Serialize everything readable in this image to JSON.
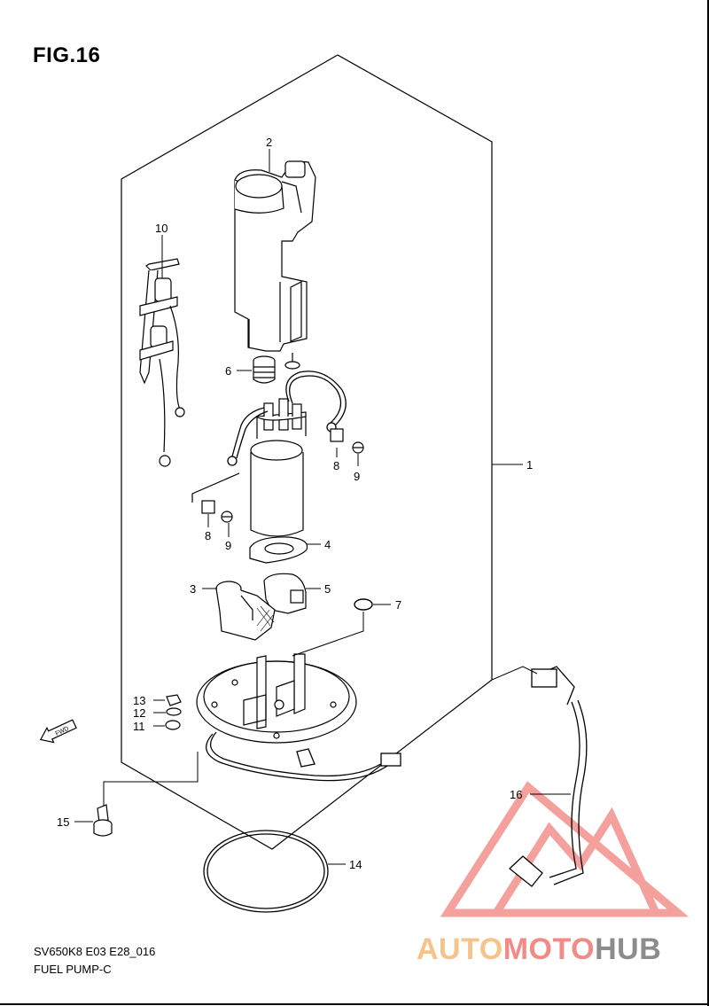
{
  "figure": {
    "title": "FIG.16",
    "code": "SV650K8 E03 E28_016",
    "name": "FUEL PUMP-C"
  },
  "fwd_label": "FWD",
  "watermark": {
    "part1": "AUTO",
    "part2": "MOTO",
    "part3": "HUB"
  },
  "callouts": [
    {
      "id": "1",
      "label": "1"
    },
    {
      "id": "2",
      "label": "2"
    },
    {
      "id": "3",
      "label": "3"
    },
    {
      "id": "4",
      "label": "4"
    },
    {
      "id": "5",
      "label": "5"
    },
    {
      "id": "6",
      "label": "6"
    },
    {
      "id": "7",
      "label": "7"
    },
    {
      "id": "8a",
      "label": "8"
    },
    {
      "id": "8b",
      "label": "8"
    },
    {
      "id": "9a",
      "label": "9"
    },
    {
      "id": "9b",
      "label": "9"
    },
    {
      "id": "10",
      "label": "10"
    },
    {
      "id": "11",
      "label": "11"
    },
    {
      "id": "12",
      "label": "12"
    },
    {
      "id": "13",
      "label": "13"
    },
    {
      "id": "14",
      "label": "14"
    },
    {
      "id": "15",
      "label": "15"
    },
    {
      "id": "16",
      "label": "16"
    }
  ],
  "colors": {
    "line": "#000000",
    "watermark_triangle": "#f07a76",
    "watermark_auto": "#f5c48a",
    "watermark_moto": "#f28a86",
    "watermark_hub": "#8c8c8c"
  }
}
